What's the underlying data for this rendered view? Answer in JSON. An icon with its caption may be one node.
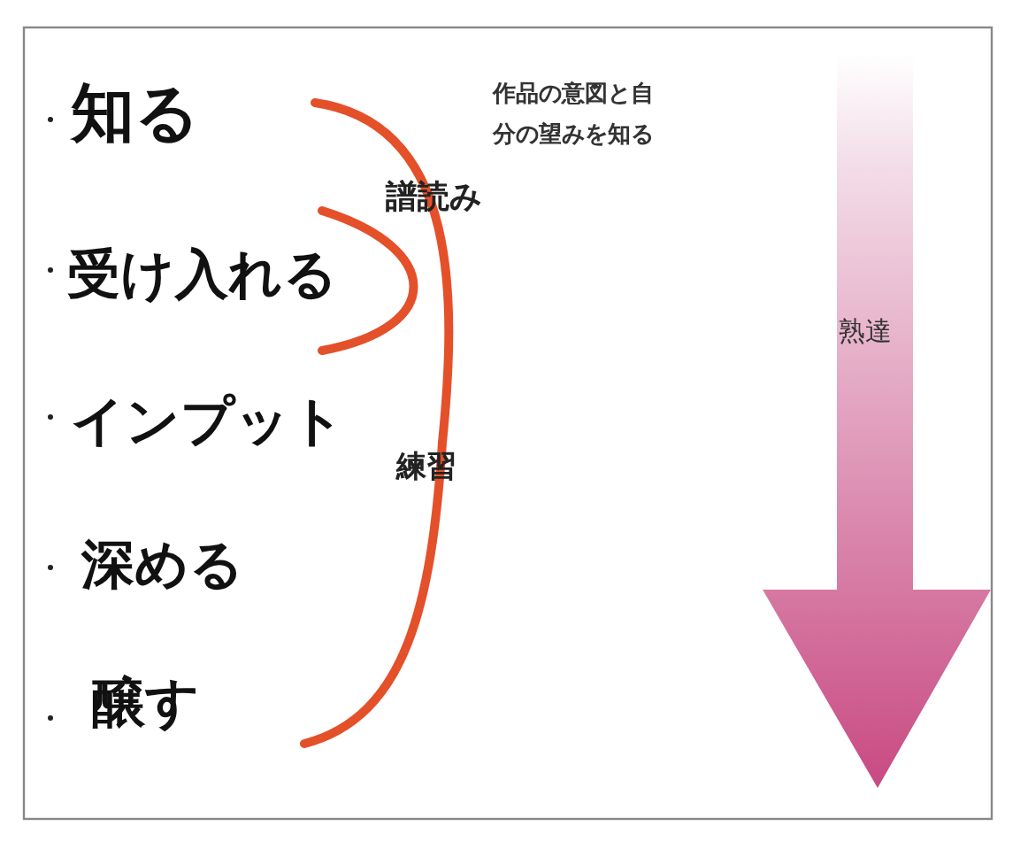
{
  "diagram": {
    "labels": [
      "知る",
      "受け入れる",
      "インプット",
      "深める",
      "醸す",
      "作品の意図と自分の望みを知る",
      "譜読み",
      "練習",
      "熟達"
    ]
  }
}
